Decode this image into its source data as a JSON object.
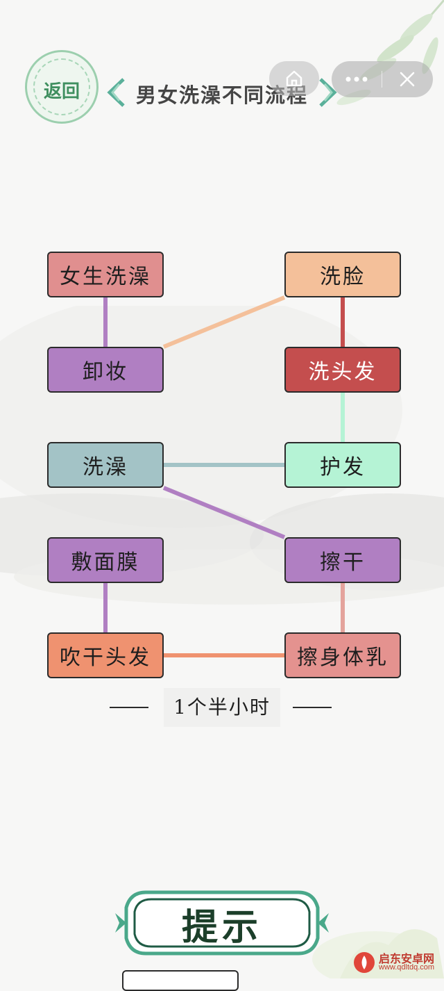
{
  "header": {
    "back_label": "返回",
    "title": "男女洗澡不同流程"
  },
  "icons": [
    "home-icon",
    "more-icon",
    "close-icon"
  ],
  "nodes": [
    {
      "label": "女生洗澡",
      "color": "#e08f8f"
    },
    {
      "label": "洗脸",
      "color": "#f4c09a"
    },
    {
      "label": "卸妆",
      "color": "#b07fc2"
    },
    {
      "label": "洗头发",
      "color": "#c44e4e"
    },
    {
      "label": "洗澡",
      "color": "#a3c3c6"
    },
    {
      "label": "护发",
      "color": "#b5f3d5"
    },
    {
      "label": "敷面膜",
      "color": "#b07fc2"
    },
    {
      "label": "擦干",
      "color": "#b07fc2"
    },
    {
      "label": "吹干头发",
      "color": "#ef9270"
    },
    {
      "label": "擦身体乳",
      "color": "#e4928f"
    }
  ],
  "connections": [
    {
      "from": 0,
      "to": 2,
      "color": "#b07fc2"
    },
    {
      "from": 2,
      "to": 1,
      "color": "#f4c09a"
    },
    {
      "from": 1,
      "to": 3,
      "color": "#c44e4e"
    },
    {
      "from": 3,
      "to": 5,
      "color": "#b5f3d5"
    },
    {
      "from": 5,
      "to": 4,
      "color": "#a3c3c6"
    },
    {
      "from": 4,
      "to": 7,
      "color": "#b07fc2"
    },
    {
      "from": 7,
      "to": 9,
      "color": "#e4a39c"
    },
    {
      "from": 9,
      "to": 8,
      "color": "#ef9270"
    },
    {
      "from": 8,
      "to": 6,
      "color": "#b07fc2"
    }
  ],
  "answer": "1个半小时",
  "hint_label": "提示",
  "watermark": {
    "name": "启东安卓网",
    "url": "www.qdltdq.com"
  }
}
